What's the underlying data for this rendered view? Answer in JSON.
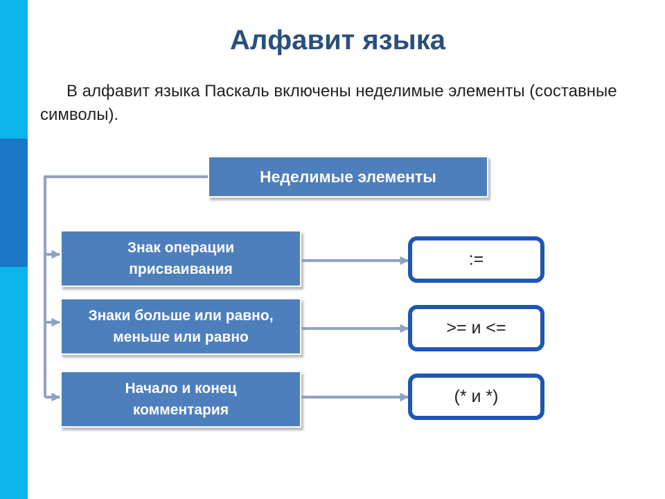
{
  "slide": {
    "title": "Алфавит языка",
    "intro": "В алфавит языка Паскаль включены неделимые элементы (составные символы)."
  },
  "diagram": {
    "header": "Неделимые элементы",
    "items": [
      {
        "lines": [
          "Знак операции",
          "присваивания"
        ],
        "result": ":="
      },
      {
        "lines": [
          "Знаки больше или равно,",
          "меньше или равно"
        ],
        "result": ">= и <="
      },
      {
        "lines": [
          "Начало и конец",
          "комментария"
        ],
        "result": "(* и *)"
      }
    ]
  },
  "colors": {
    "accent_cyan": "#0cb4ec",
    "accent_blue": "#1a77c8",
    "box_fill": "#4e7fbd",
    "result_border": "#1e56b4",
    "title": "#2a4f7c"
  }
}
